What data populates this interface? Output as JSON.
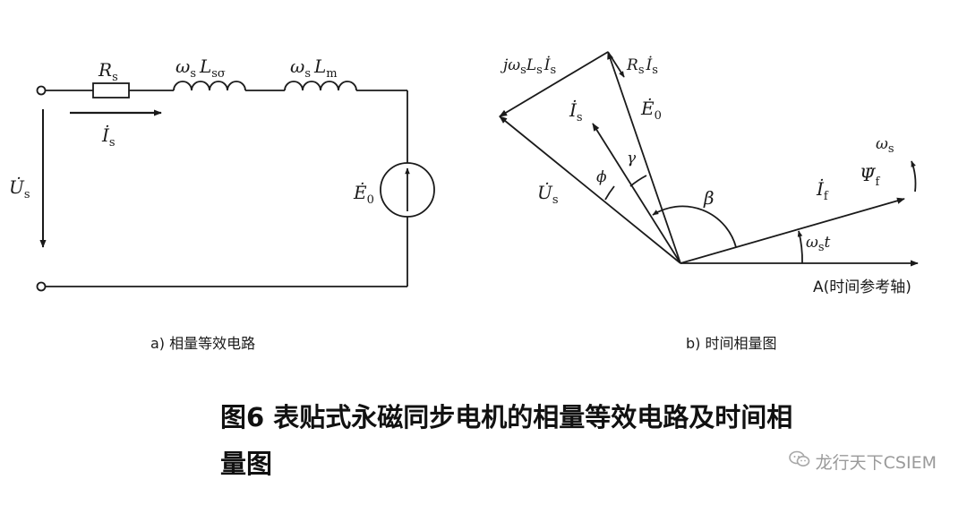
{
  "circuit": {
    "rs": "R",
    "rs_sub": "s",
    "lsigma_w": "ω",
    "lsigma_w_sub": "s",
    "lsigma_l": "L",
    "lsigma_l_sub": "sσ",
    "lm_w": "ω",
    "lm_w_sub": "s",
    "lm_l": "L",
    "lm_l_sub": "m",
    "is": "İ",
    "is_sub": "s",
    "us": "U̇",
    "us_sub": "s",
    "e0": "Ė",
    "e0_sub": "0"
  },
  "phasor": {
    "jwls_a": "jω",
    "jwls_a_sub": "s",
    "jwls_b": "L",
    "jwls_b_sub": "s",
    "jwls_c": "İ",
    "jwls_c_sub": "s",
    "rsis_a": "R",
    "rsis_a_sub": "s",
    "rsis_b": "İ",
    "rsis_b_sub": "s",
    "is": "İ",
    "is_sub": "s",
    "e0": "Ė",
    "e0_sub": "0",
    "us": "U̇",
    "us_sub": "s",
    "gamma": "γ",
    "phi": "ϕ",
    "beta": "β",
    "if": "İ",
    "if_sub": "f",
    "psif": "Ψ̇",
    "psif_sub": "f",
    "ws": "ω",
    "ws_sub": "s",
    "wst_a": "ω",
    "wst_a_sub": "s",
    "wst_b": "t",
    "axis_label": "A(时间参考轴)"
  },
  "captions": {
    "a": "a) 相量等效电路",
    "b": "b) 时间相量图"
  },
  "title": "图6 表贴式永磁同步电机的相量等效电路及时间相量图",
  "watermark": "龙行天下CSIEM",
  "watermark_icon": "wechat-icon"
}
